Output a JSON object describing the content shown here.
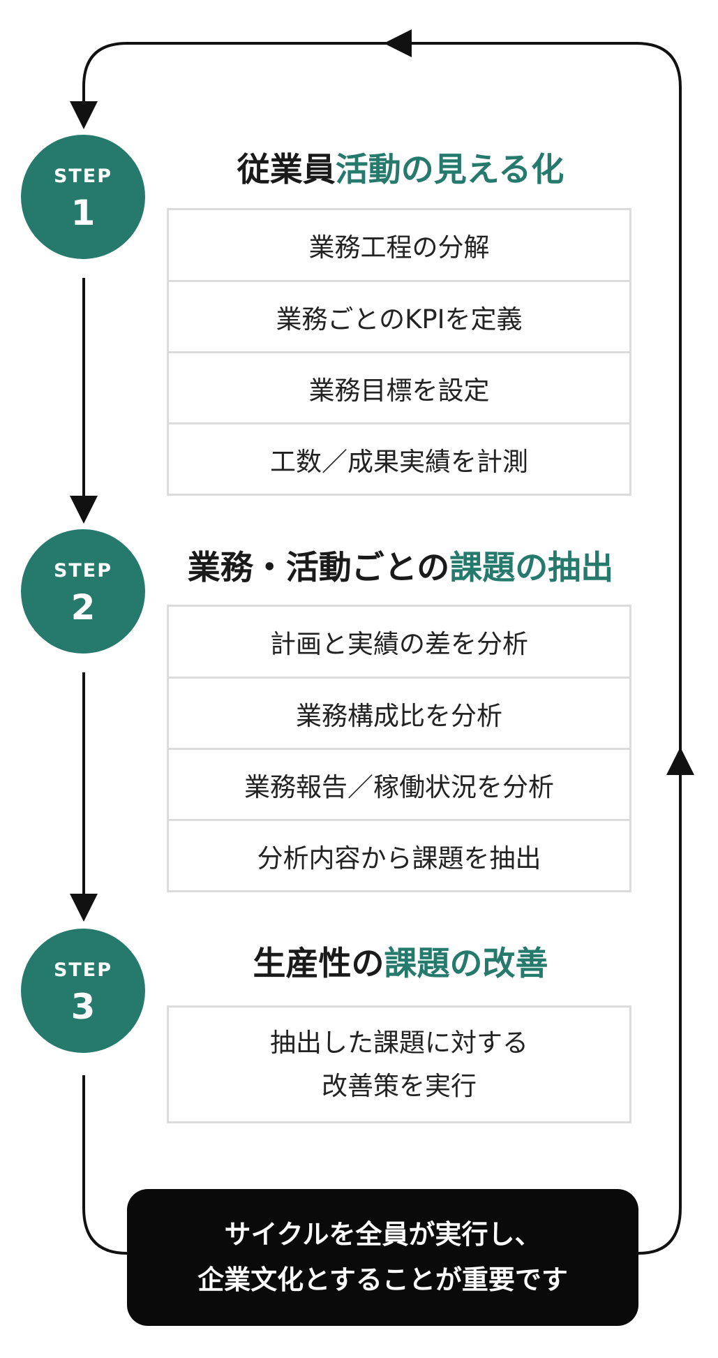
{
  "steps": [
    {
      "word": "STEP",
      "number": "1",
      "title_plain": "従業員",
      "title_accent": "活動の見える化",
      "tasks": [
        "業務工程の分解",
        "業務ごとのKPIを定義",
        "業務目標を設定",
        "工数／成果実績を計測"
      ]
    },
    {
      "word": "STEP",
      "number": "2",
      "title_plain": "業務・活動ごとの",
      "title_accent": "課題の抽出",
      "tasks": [
        "計画と実績の差を分析",
        "業務構成比を分析",
        "業務報告／稼働状況を分析",
        "分析内容から課題を抽出"
      ]
    },
    {
      "word": "STEP",
      "number": "3",
      "title_plain": "生産性の",
      "title_accent": "課題の改善",
      "tasks": [
        "抽出した課題に対する",
        "改善策を実行"
      ]
    }
  ],
  "footer": {
    "line1": "サイクルを全員が実行し、",
    "line2": "企業文化とすることが重要です"
  },
  "colors": {
    "accent": "#257a6c",
    "footer_bg": "#0a0a0a",
    "box_border": "#dcdcdc",
    "line": "#111111"
  }
}
